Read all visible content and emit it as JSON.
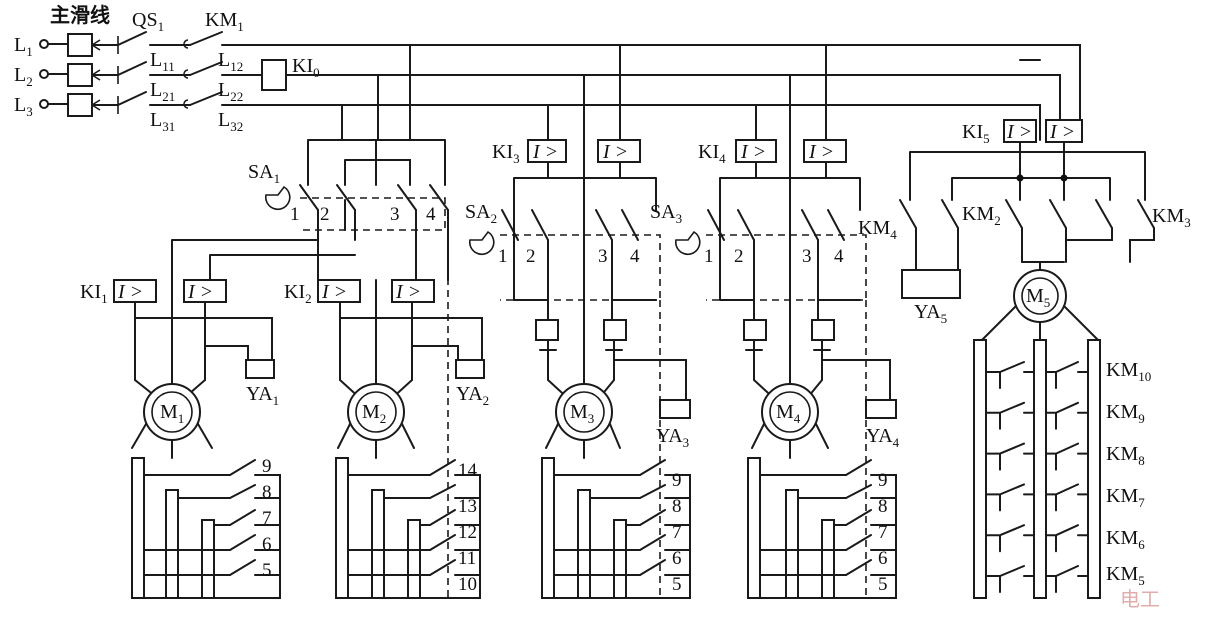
{
  "header_label": "主滑线",
  "supply": [
    {
      "label": "L",
      "sub": "1"
    },
    {
      "label": "L",
      "sub": "2"
    },
    {
      "label": "L",
      "sub": "3"
    }
  ],
  "main_switch": {
    "label": "QS",
    "sub": "1"
  },
  "main_contactor": {
    "label": "KM",
    "sub": "1"
  },
  "contact_labels": [
    {
      "label": "L",
      "sub": "11"
    },
    {
      "label": "L",
      "sub": "12"
    },
    {
      "label": "L",
      "sub": "21"
    },
    {
      "label": "L",
      "sub": "22"
    },
    {
      "label": "L",
      "sub": "31"
    },
    {
      "label": "L",
      "sub": "32"
    }
  ],
  "ki0": {
    "label": "KI",
    "sub": "0"
  },
  "relay_text": "I >",
  "switches": [
    {
      "label": "SA",
      "sub": "1",
      "positions": [
        "1",
        "2",
        "3",
        "4"
      ]
    },
    {
      "label": "SA",
      "sub": "2",
      "positions": [
        "1",
        "2",
        "3",
        "4"
      ]
    },
    {
      "label": "SA",
      "sub": "3",
      "positions": [
        "1",
        "2",
        "3",
        "4"
      ]
    }
  ],
  "relays": [
    {
      "label": "KI",
      "sub": "1"
    },
    {
      "label": "KI",
      "sub": "2"
    },
    {
      "label": "KI",
      "sub": "3"
    },
    {
      "label": "KI",
      "sub": "4"
    },
    {
      "label": "KI",
      "sub": "5"
    }
  ],
  "brakes": [
    {
      "label": "YA",
      "sub": "1"
    },
    {
      "label": "YA",
      "sub": "2"
    },
    {
      "label": "YA",
      "sub": "3"
    },
    {
      "label": "YA",
      "sub": "4"
    },
    {
      "label": "YA",
      "sub": "5"
    }
  ],
  "motors": [
    {
      "label": "M",
      "sub": "1"
    },
    {
      "label": "M",
      "sub": "2"
    },
    {
      "label": "M",
      "sub": "3"
    },
    {
      "label": "M",
      "sub": "4"
    },
    {
      "label": "M",
      "sub": "5"
    }
  ],
  "resistor_steps": {
    "m1": [
      "9",
      "8",
      "7",
      "6",
      "5"
    ],
    "m2": [
      "14",
      "13",
      "12",
      "11",
      "10"
    ],
    "m3": [
      "9",
      "8",
      "7",
      "6",
      "5"
    ],
    "m4": [
      "9",
      "8",
      "7",
      "6",
      "5"
    ]
  },
  "m5_contactors": [
    {
      "label": "KM",
      "sub": "2"
    },
    {
      "label": "KM",
      "sub": "3"
    },
    {
      "label": "KM",
      "sub": "4"
    }
  ],
  "m5_steps": [
    {
      "label": "KM",
      "sub": "10"
    },
    {
      "label": "KM",
      "sub": "9"
    },
    {
      "label": "KM",
      "sub": "8"
    },
    {
      "label": "KM",
      "sub": "7"
    },
    {
      "label": "KM",
      "sub": "6"
    },
    {
      "label": "KM",
      "sub": "5"
    }
  ],
  "watermark": "电工"
}
